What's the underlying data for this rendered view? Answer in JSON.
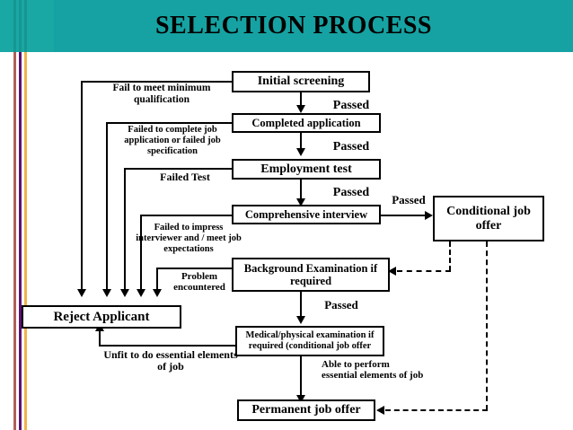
{
  "slide": {
    "title": "SELECTION PROCESS",
    "header_color": "#16a2a2",
    "stripe_colors": [
      "#b0605a",
      "#5b1270",
      "#f0b34a"
    ]
  },
  "flow": {
    "nodes": [
      {
        "id": "initial_screening",
        "label": "Initial screening"
      },
      {
        "id": "completed_application",
        "label": "Completed application"
      },
      {
        "id": "employment_test",
        "label": "Employment test"
      },
      {
        "id": "comprehensive_interview",
        "label": "Comprehensive interview"
      },
      {
        "id": "conditional_job_offer",
        "label": "Conditional job offer"
      },
      {
        "id": "background_examination",
        "label": "Background Examination if required"
      },
      {
        "id": "reject_applicant",
        "label": "Reject Applicant"
      },
      {
        "id": "medical_examination",
        "label": "Medical/physical examination if required (conditional job offer"
      },
      {
        "id": "permanent_job_offer",
        "label": "Permanent job offer"
      }
    ],
    "edge_labels": [
      {
        "id": "passed_1",
        "label": "Passed"
      },
      {
        "id": "passed_2",
        "label": "Passed"
      },
      {
        "id": "passed_3",
        "label": "Passed"
      },
      {
        "id": "passed_4",
        "label": "Passed"
      },
      {
        "id": "passed_5",
        "label": "Passed"
      },
      {
        "id": "fail_minimum_qualification",
        "label": "Fail to meet minimum qualification"
      },
      {
        "id": "failed_complete_application",
        "label": "Failed to complete job application or failed job specification"
      },
      {
        "id": "failed_test",
        "label": "Failed Test"
      },
      {
        "id": "failed_impress_interviewer",
        "label": "Failed to impress interviewer and / meet job expectations"
      },
      {
        "id": "problem_encountered",
        "label": "Problem encountered"
      },
      {
        "id": "unfit_essential_elements",
        "label": "Unfit to do essential elements of job"
      },
      {
        "id": "able_to_perform",
        "label": "Able to perform essential elements of job"
      }
    ]
  }
}
